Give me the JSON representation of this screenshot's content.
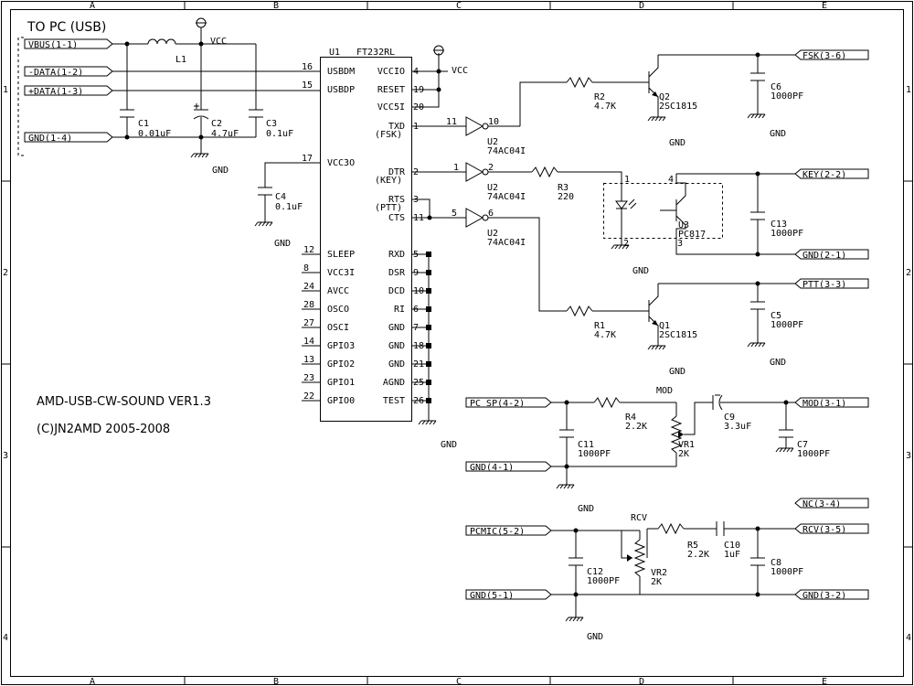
{
  "header_label": "TO PC (USB)",
  "col_labels": [
    "A",
    "B",
    "C",
    "D",
    "E"
  ],
  "row_labels": [
    "1",
    "2",
    "3",
    "4"
  ],
  "title_block": {
    "line1": "AMD-USB-CW-SOUND VER1.3",
    "line2": "(C)JN2AMD 2005-2008"
  },
  "usb_ports": [
    "VBUS(1-1)",
    "-DATA(1-2)",
    "+DATA(1-3)",
    "GND(1-4)"
  ],
  "out_ports": {
    "fsk": "FSK(3-6)",
    "key": "KEY(2-2)",
    "gnd21": "GND(2-1)",
    "ptt": "PTT(3-3)",
    "mod": "MOD(3-1)",
    "nc": "NC(3-4)",
    "rcv": "RCV(3-5)",
    "gnd32": "GND(3-2)"
  },
  "in_ports": {
    "pcsp": "PC SP(4-2)",
    "gnd41": "GND(4-1)",
    "pcmic": "PCMIC(5-2)",
    "gnd51": "GND(5-1)"
  },
  "power": {
    "vcc": "VCC",
    "gnd": "GND"
  },
  "ic": {
    "ref": "U1",
    "part": "FT232RL",
    "left_pins": [
      {
        "num": "16",
        "name": "USBDM"
      },
      {
        "num": "15",
        "name": "USBDP"
      },
      {
        "num": "17",
        "name": "VCC3O"
      },
      {
        "num": "12",
        "name": "SLEEP"
      },
      {
        "num": "8",
        "name": "VCC3I"
      },
      {
        "num": "24",
        "name": "AVCC"
      },
      {
        "num": "28",
        "name": "OSCO"
      },
      {
        "num": "27",
        "name": "OSCI"
      },
      {
        "num": "14",
        "name": "GPIO3"
      },
      {
        "num": "13",
        "name": "GPIO2"
      },
      {
        "num": "23",
        "name": "GPIO1"
      },
      {
        "num": "22",
        "name": "GPIO0"
      }
    ],
    "right_pins": [
      {
        "num": "4",
        "name": "VCCIO"
      },
      {
        "num": "19",
        "name": "RESET"
      },
      {
        "num": "20",
        "name": "VCC5I"
      },
      {
        "num": "1",
        "name": "TXD"
      },
      {
        "num": "2",
        "name": "DTR"
      },
      {
        "num": "3",
        "name": "RTS"
      },
      {
        "num": "11",
        "name": "CTS"
      },
      {
        "num": "5",
        "name": "RXD"
      },
      {
        "num": "9",
        "name": "DSR"
      },
      {
        "num": "10",
        "name": "DCD"
      },
      {
        "num": "6",
        "name": "RI"
      },
      {
        "num": "7",
        "name": "GND"
      },
      {
        "num": "18",
        "name": "GND"
      },
      {
        "num": "21",
        "name": "GND"
      },
      {
        "num": "25",
        "name": "AGND"
      },
      {
        "num": "26",
        "name": "TEST"
      }
    ],
    "sub": {
      "fsk": "(FSK)",
      "key": "(KEY)",
      "ptt": "(PTT)"
    }
  },
  "components": {
    "L1": {
      "ref": "L1"
    },
    "C1": {
      "ref": "C1",
      "value": "0.01uF"
    },
    "C2": {
      "ref": "C2",
      "value": "4.7uF"
    },
    "C3": {
      "ref": "C3",
      "value": "0.1uF"
    },
    "C4": {
      "ref": "C4",
      "value": "0.1uF"
    },
    "U2": {
      "ref": "U2",
      "part": "74AC04I",
      "pins": [
        "11",
        "10",
        "1",
        "2",
        "5",
        "6"
      ]
    },
    "R1": {
      "ref": "R1",
      "value": "4.7K"
    },
    "R2": {
      "ref": "R2",
      "value": "4.7K"
    },
    "R3": {
      "ref": "R3",
      "value": "220"
    },
    "Q1": {
      "ref": "Q1",
      "part": "2SC1815"
    },
    "Q2": {
      "ref": "Q2",
      "part": "2SC1815"
    },
    "U3": {
      "ref": "U3",
      "part": "PC817",
      "pins": [
        "1",
        "2",
        "3",
        "4"
      ]
    },
    "C5": {
      "ref": "C5",
      "value": "1000PF"
    },
    "C6": {
      "ref": "C6",
      "value": "1000PF"
    },
    "C13": {
      "ref": "C13",
      "value": "1000PF"
    },
    "R4": {
      "ref": "R4",
      "value": "2.2K"
    },
    "VR1": {
      "ref": "VR1",
      "value": "2K",
      "label": "MOD"
    },
    "C9": {
      "ref": "C9",
      "value": "3.3uF"
    },
    "C7": {
      "ref": "C7",
      "value": "1000PF"
    },
    "C11": {
      "ref": "C11",
      "value": "1000PF"
    },
    "R5": {
      "ref": "R5",
      "value": "2.2K"
    },
    "VR2": {
      "ref": "VR2",
      "value": "2K",
      "label": "RCV"
    },
    "C10": {
      "ref": "C10",
      "value": "1uF"
    },
    "C8": {
      "ref": "C8",
      "value": "1000PF"
    },
    "C12": {
      "ref": "C12",
      "value": "1000PF"
    }
  }
}
